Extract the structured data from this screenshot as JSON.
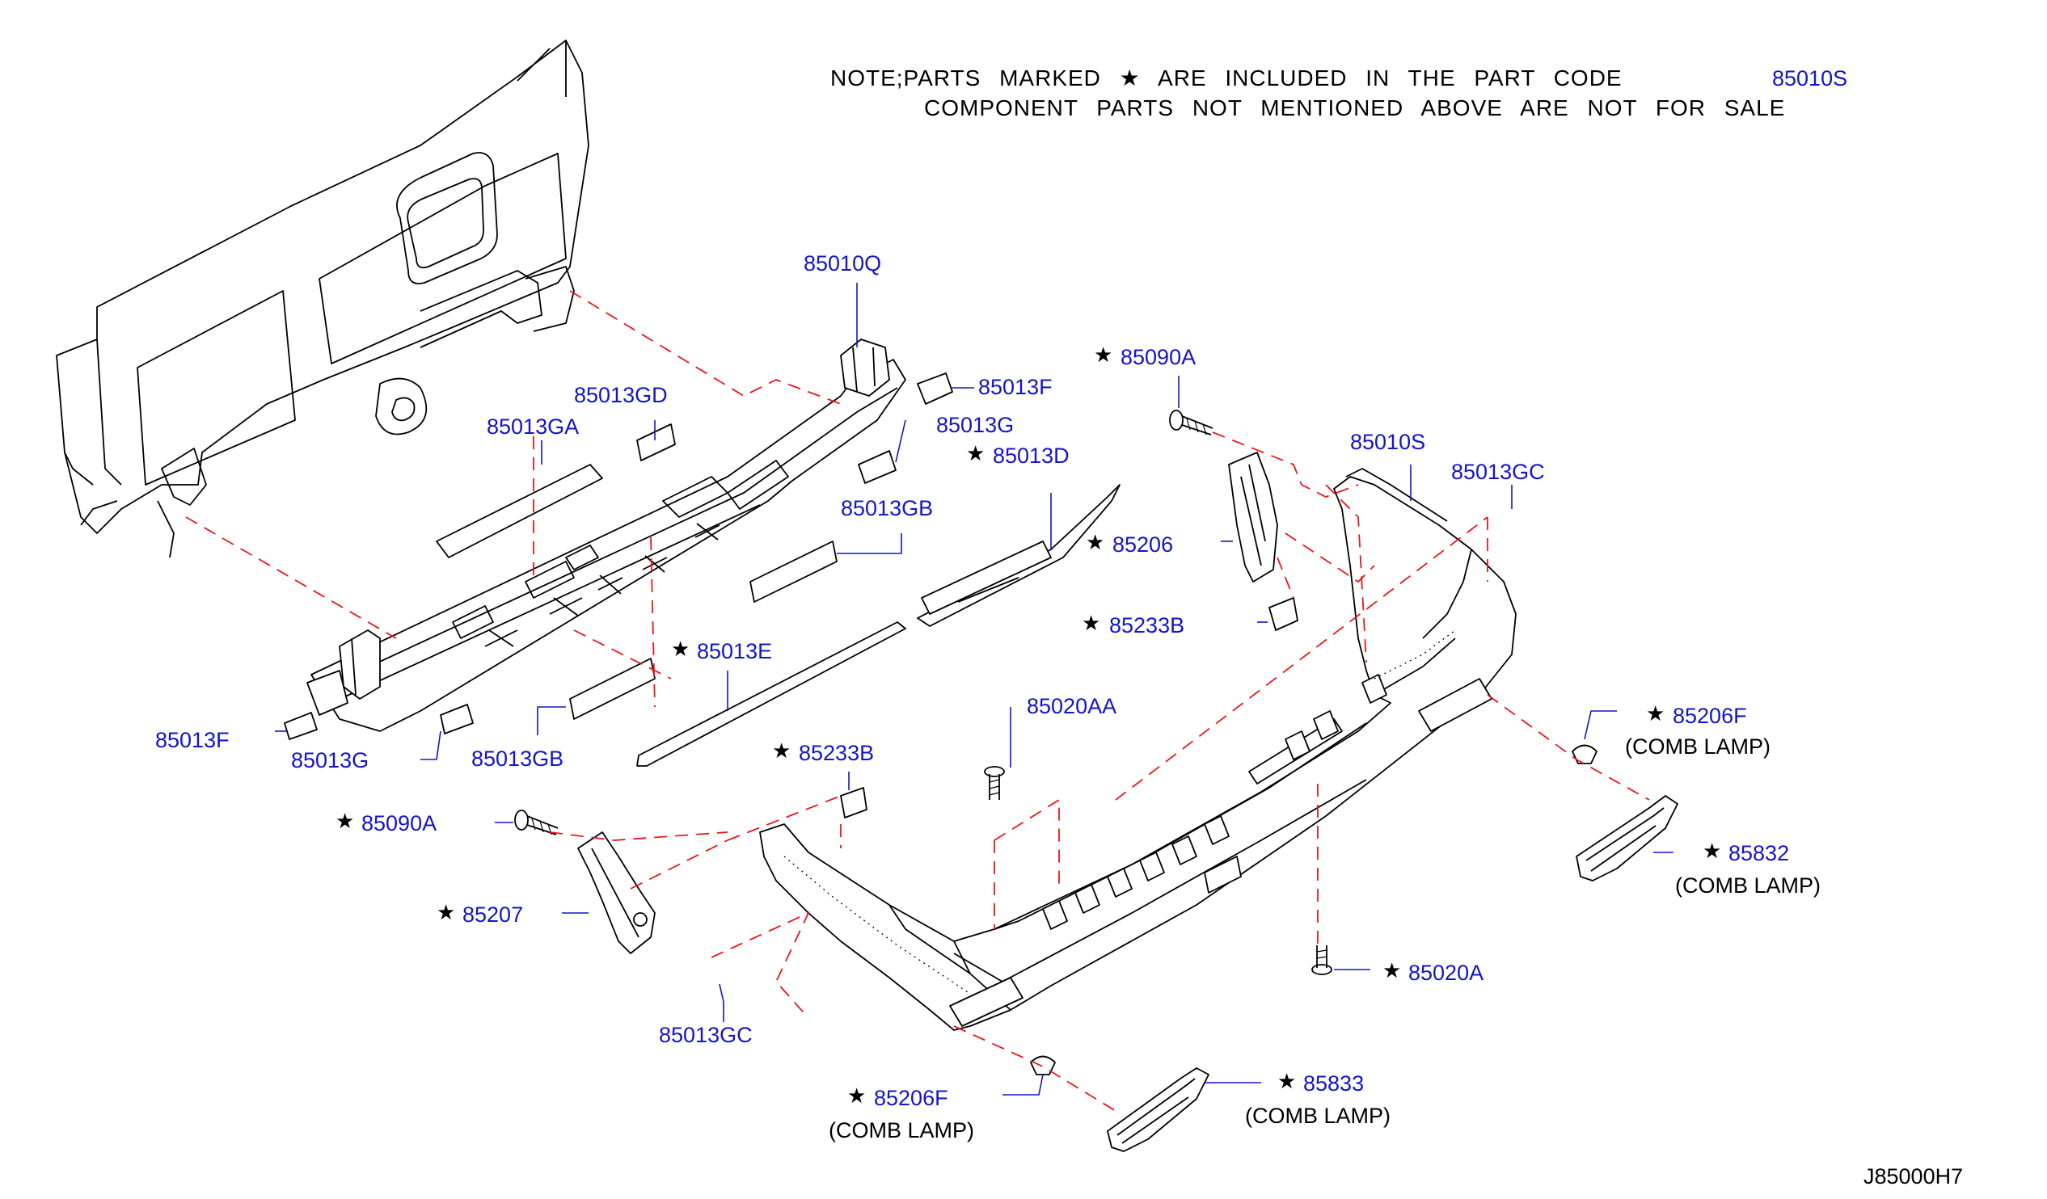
{
  "note": {
    "line1": "NOTE;PARTS MARKED ★ ARE INCLUDED IN THE PART CODE",
    "line1_code": "85010S",
    "line2": "COMPONENT PARTS NOT MENTIONED ABOVE ARE NOT FOR SALE"
  },
  "star_glyph": "★",
  "diagram_code": "J85000H7",
  "colors": {
    "label": "#1414c8",
    "phantom_line": "#e8171c",
    "outline": "#000000"
  },
  "labels": {
    "l_85010Q": "85010Q",
    "l_85013F_top": "85013F",
    "l_85013G_top": "85013G",
    "l_85013GD": "85013GD",
    "l_85013GA": "85013GA",
    "l_85013D": "85013D",
    "l_85013GB_top": "85013GB",
    "l_85013E": "85013E",
    "l_85013F_left": "85013F",
    "l_85013G_left": "85013G",
    "l_85013GB_left": "85013GB",
    "l_85090A_top": "85090A",
    "l_85010S": "85010S",
    "l_85013GC_right": "85013GC",
    "l_85206": "85206",
    "l_85233B_right": "85233B",
    "l_85020AA": "85020AA",
    "l_85233B_left": "85233B",
    "l_85090A_left": "85090A",
    "l_85207": "85207",
    "l_85013GC_left": "85013GC",
    "l_85206F_right": "85206F",
    "l_85832": "85832",
    "l_85020A": "85020A",
    "l_85206F_bottom": "85206F",
    "l_85833": "85833"
  },
  "notes": {
    "comb_lamp": "(COMB  LAMP)"
  }
}
